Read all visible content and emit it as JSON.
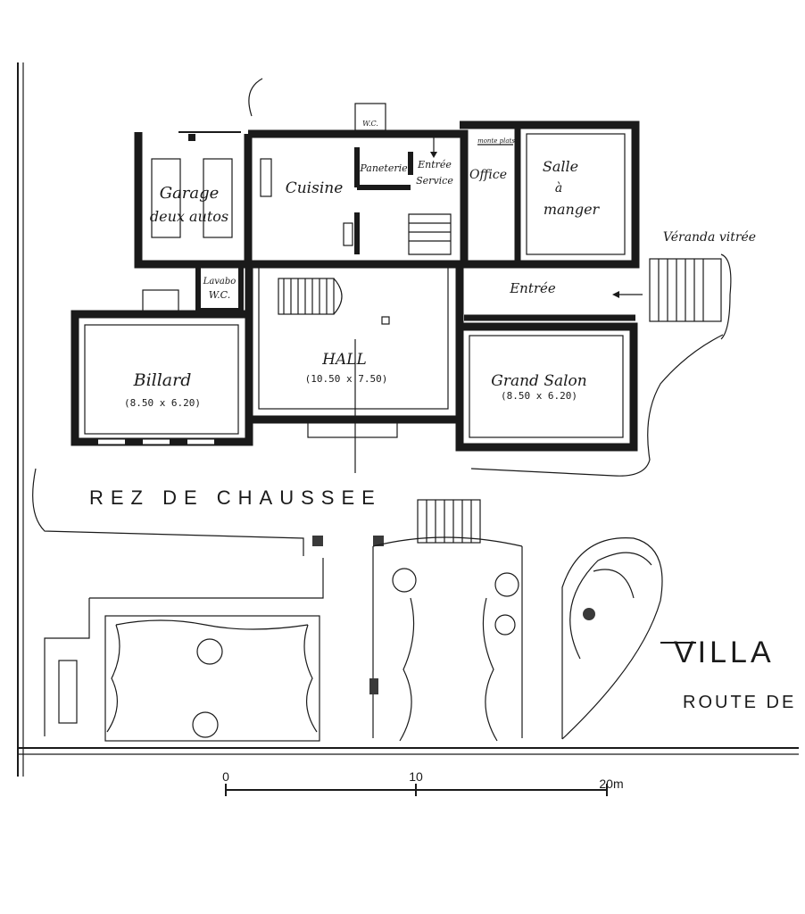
{
  "plan": {
    "title": "REZ DE CHAUSSEE",
    "rooms": {
      "garage_line1": "Garage",
      "garage_line2": "deux autos",
      "cuisine": "Cuisine",
      "paneterie": "Paneterie",
      "entree_service_line1": "Entrée",
      "entree_service_line2": "Service",
      "office": "Office",
      "salle_line1": "Salle",
      "salle_line2": "à",
      "salle_line3": "manger",
      "wc_top": "W.C.",
      "monte_plats": "monte plats",
      "veranda": "Véranda vitrée",
      "lavabo_line1": "Lavabo",
      "lavabo_line2": "W.C.",
      "entree": "Entrée",
      "billard": "Billard",
      "billard_dim": "(8.50 x 6.20)",
      "hall": "HALL",
      "hall_dim": "(10.50 x 7.50)",
      "grand_salon": "Grand Salon",
      "grand_salon_dim": "(8.50 x 6.20)"
    },
    "street": {
      "villa": "VILLA",
      "route": "ROUTE DE"
    },
    "scale_bar": {
      "labels": [
        "0",
        "10",
        "20m"
      ]
    }
  }
}
